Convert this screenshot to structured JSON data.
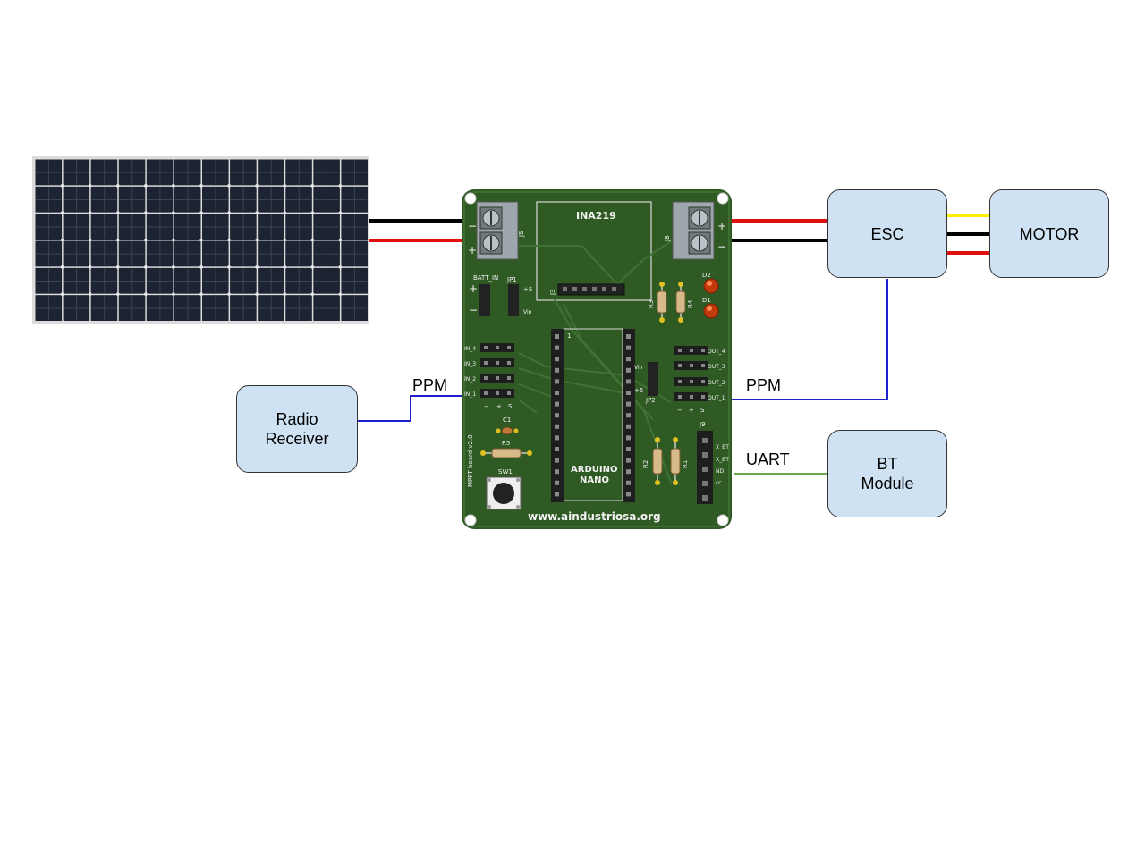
{
  "blocks": {
    "esc": "ESC",
    "motor": "MOTOR",
    "radio": "Radio\nReceiver",
    "bt": "BT\nModule"
  },
  "signals": {
    "ppm_in": "PPM",
    "ppm_out": "PPM",
    "uart": "UART"
  },
  "pcb": {
    "sensor": "INA219",
    "mcu_line1": "ARDUINO",
    "mcu_line2": "NANO",
    "url": "www.aindustriosa.org",
    "board_name": "MPPT board v2.0",
    "batt_in": "BATT_IN",
    "jp1": "JP1",
    "jp2": "JP2",
    "sw1": "SW1",
    "c1": "C1",
    "r5": "R5",
    "r3": "R3",
    "r4": "R4",
    "r2": "R2",
    "r1": "R1",
    "d1": "D1",
    "d2": "D2",
    "j3": "J3",
    "j5": "J5",
    "j8": "J8",
    "j9": "J9",
    "plus5": "+5",
    "vin": "Vin",
    "pin1": "1",
    "inputs": [
      "IN_4",
      "IN_3",
      "IN_2",
      "IN_1"
    ],
    "outputs": [
      "OUT_4",
      "OUT_3",
      "OUT_2",
      "OUT_1"
    ],
    "j9_pins": [
      "X_BT",
      "X_BT",
      "ND",
      "cc"
    ],
    "servo_pins": [
      "−",
      "+",
      "S"
    ]
  },
  "colors": {
    "pcb": "#2f5a24",
    "block_fill": "#cfe2f3",
    "ppm_wire": "#1f1fcc",
    "uart_wire": "#6aa84f",
    "wire_red": "#e01010",
    "wire_black": "#000000",
    "wire_yellow": "#ffee00"
  }
}
